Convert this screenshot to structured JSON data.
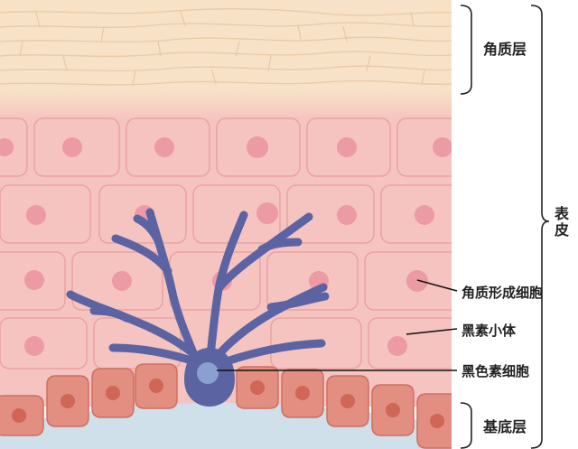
{
  "labels": {
    "stratum_corneum": "角质层",
    "epidermis": "表皮",
    "keratinocyte": "角质形成细胞",
    "melanosome": "黑素小体",
    "melanocyte": "黑色素细胞",
    "basal_layer": "基底层"
  },
  "colors": {
    "stratum_corneum": "#f7e2c7",
    "spinous_layer": "#f5c4c0",
    "cell_outline": "#eba2a4",
    "cell_nucleus": "#ec9aa4",
    "basal_cell": "#e28e80",
    "basal_nucleus": "#cf6656",
    "dermis": "#cfe0ea",
    "melanocyte": "#5b63a2",
    "melanocyte_nucleus": "#8aa0d0",
    "bracket": "#222222"
  }
}
